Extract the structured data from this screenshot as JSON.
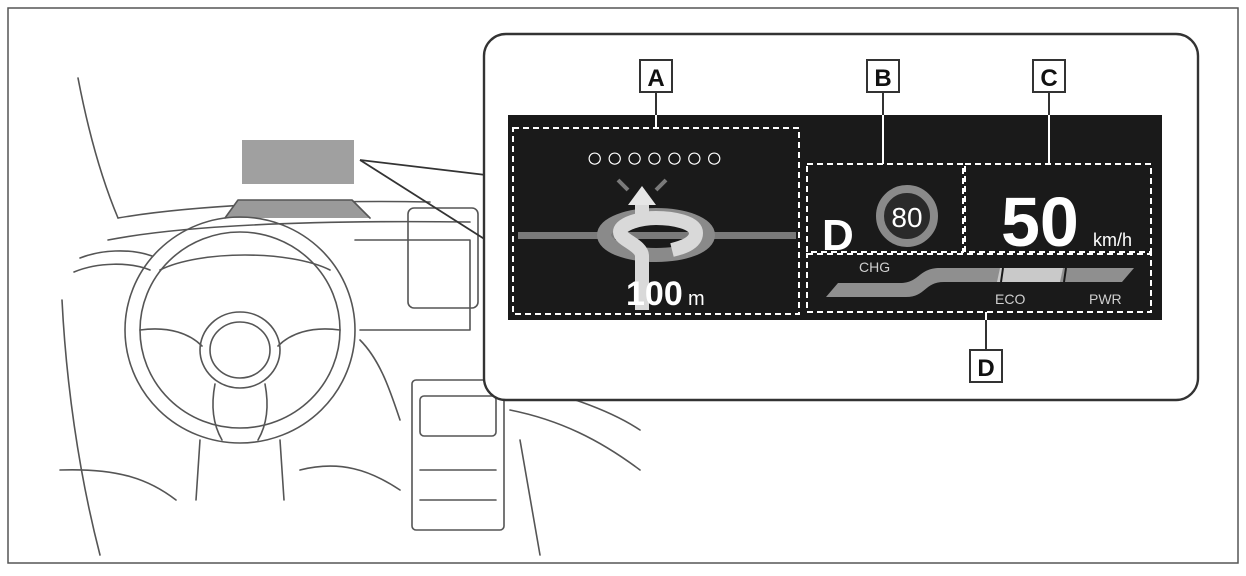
{
  "callouts": {
    "a": "A",
    "b": "B",
    "c": "C",
    "d": "D"
  },
  "hud": {
    "navigation": {
      "street_name": "○○○○○○○",
      "distance_value": "100",
      "distance_unit": "m"
    },
    "shift_position": "D",
    "speed_limit": "80",
    "speed": {
      "value": "50",
      "unit": "km/h"
    },
    "hybrid_indicator": {
      "charge_label": "CHG",
      "eco_label": "ECO",
      "power_label": "PWR"
    }
  },
  "colors": {
    "hud_background": "#1a1a1a",
    "hud_text": "#ffffff",
    "speed_limit_ring": "#8a8a8a",
    "projection_area": "#a0a0a0"
  }
}
